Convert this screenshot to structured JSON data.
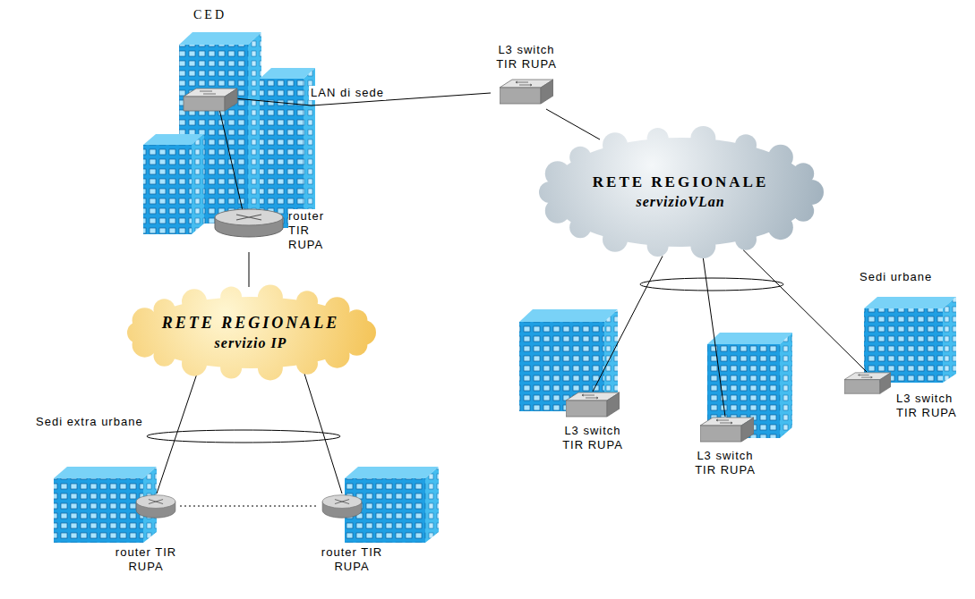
{
  "diagram": {
    "nodes": [
      {
        "text": [
          "CED"
        ]
      },
      {
        "text": [
          "router TIR RUPA"
        ]
      },
      {
        "text": [
          "L3 switch TIR RUPA"
        ]
      },
      {
        "text": [
          "RETE REGIONALE",
          "servizioVLan"
        ]
      },
      {
        "text": [
          "RETE REGIONALE",
          "servizio IP"
        ]
      },
      {
        "text": [
          "router TIR RUPA"
        ]
      },
      {
        "text": [
          "router TIR RUPA"
        ]
      },
      {
        "text": [
          "L3 switch TIR RUPA"
        ]
      },
      {
        "text": [
          "L3 switch TIR RUPA"
        ]
      },
      {
        "text": [
          "L3 switch TIR RUPA"
        ]
      }
    ],
    "edges": [
      {
        "from": 0,
        "to": 2,
        "label": "LAN di sede",
        "arrow": "none"
      },
      {
        "from": 2,
        "to": 3,
        "arrow": "none"
      },
      {
        "from": 1,
        "to": 4,
        "arrow": "none"
      },
      {
        "from": 4,
        "to": 5,
        "arrow": "none"
      },
      {
        "from": 4,
        "to": 6,
        "arrow": "none"
      },
      {
        "from": 5,
        "to": 6,
        "arrow": "none"
      },
      {
        "from": 3,
        "to": 7,
        "arrow": "none"
      },
      {
        "from": 3,
        "to": 8,
        "arrow": "none"
      },
      {
        "from": 3,
        "to": 9,
        "arrow": "none"
      }
    ],
    "labels": [
      "Sedi extra urbane",
      "Sedi urbane"
    ]
  }
}
